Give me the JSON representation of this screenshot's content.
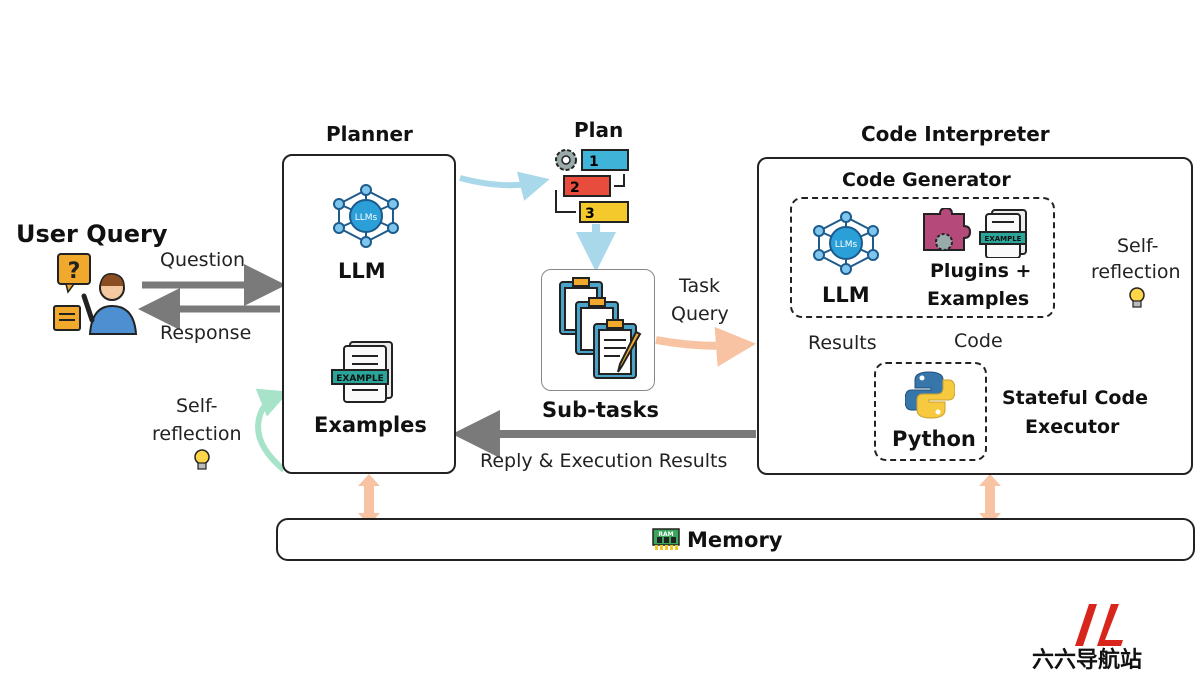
{
  "user_query": {
    "title": "User Query",
    "question_label": "Question",
    "response_label": "Response"
  },
  "planner": {
    "title": "Planner",
    "llm_label": "LLM",
    "llm_icon_text": "LLMs",
    "examples_label": "Examples",
    "example_tag": "EXAMPLE",
    "self_reflection": [
      "Self-",
      "reflection"
    ]
  },
  "plan": {
    "title": "Plan",
    "steps": [
      "1",
      "2",
      "3"
    ]
  },
  "subtasks": {
    "label": "Sub-tasks"
  },
  "task_query": [
    "Task",
    "Query"
  ],
  "reply_label": "Reply & Execution Results",
  "code_interpreter": {
    "title": "Code Interpreter",
    "code_generator": {
      "title": "Code Generator",
      "llm_label": "LLM",
      "llm_icon_text": "LLMs",
      "plugins_label": [
        "Plugins +",
        "Examples"
      ],
      "example_tag": "EXAMPLE"
    },
    "self_reflection": [
      "Self-",
      "reflection"
    ],
    "results_label": "Results",
    "code_label": "Code",
    "python_label": "Python",
    "executor_label": [
      "Stateful Code",
      "Executor"
    ]
  },
  "memory": {
    "label": "Memory",
    "ram_tag": "RAM"
  },
  "watermark": {
    "text": "六六导航站"
  },
  "colors": {
    "gray_arrow": "#7a7a7a",
    "light_blue_arrow": "#a8d8ea",
    "peach_arrow": "#f8c3a3",
    "green_arrow": "#a6e3c8",
    "llm_blue": "#2a9fd8",
    "watermark_red": "#d9261c"
  }
}
